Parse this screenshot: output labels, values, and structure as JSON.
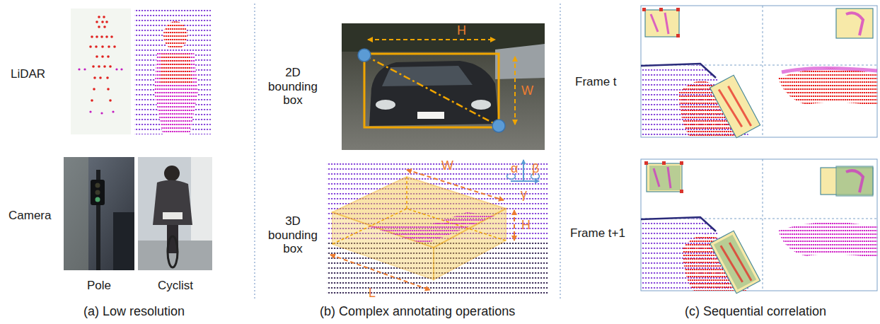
{
  "diagram": {
    "labels": [
      "LiDAR",
      "Camera",
      "Pole",
      "Cyclist",
      "(a) Low resolution",
      "2D bounding box",
      "H",
      "W",
      "3D bounding box",
      "W",
      "H",
      "L",
      "α",
      "β",
      "γ",
      "(b) Complex annotating operations",
      "Frame t",
      "Frame t+1",
      "(c) Sequential correlation"
    ]
  }
}
